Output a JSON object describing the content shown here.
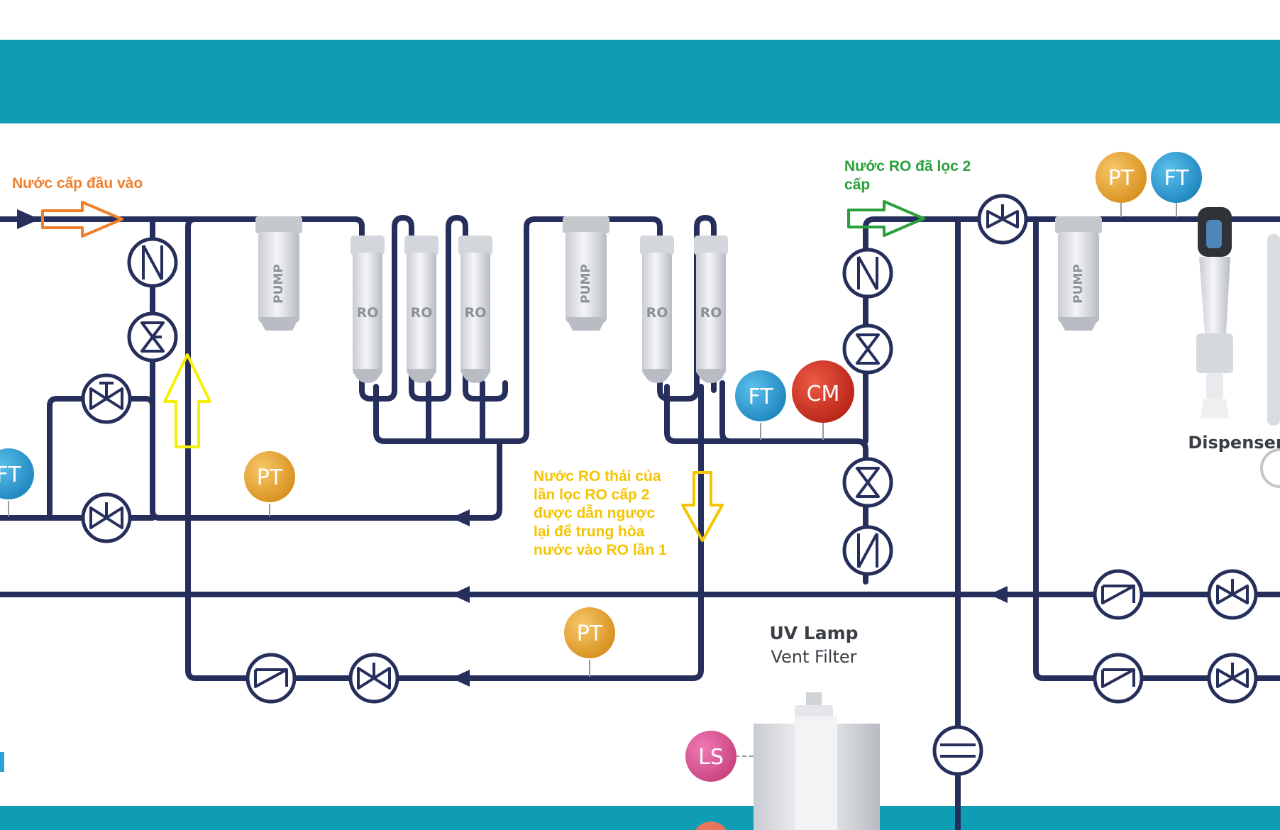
{
  "annotations": {
    "feed_water": "Nước cấp đầu vào",
    "ro_product": "Nước RO đã lọc 2\ncấp",
    "ro_reject": "Nước RO thải của\nlần lọc RO cấp 2\nđược dẫn ngược\nlại để trung hòa\nnước vào RO lần 1"
  },
  "components": {
    "pump": "PUMP",
    "ro": "RO",
    "dispenser": "Dispenser",
    "uv_lamp": "UV Lamp",
    "vent_filter": "Vent Filter"
  },
  "sensors": {
    "pt": "PT",
    "ft": "FT",
    "cm": "CM",
    "ls": "LS"
  },
  "colors": {
    "band": "#0e9db5",
    "pipe": "#262f5c",
    "feed_annotation": "#f07f2a",
    "product_annotation": "#2aa03a",
    "reject_annotation": "#f5c400",
    "pt_sensor": "#e8a434",
    "ft_sensor": "#2f9fd6",
    "cm_sensor": "#d9392b",
    "ls_sensor": "#d95b9a"
  }
}
